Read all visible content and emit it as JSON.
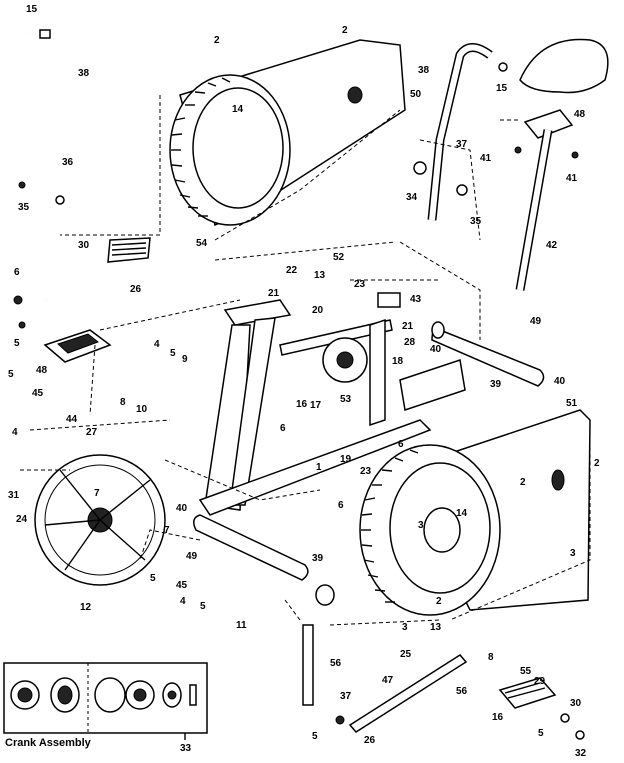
{
  "inset_caption": "Crank Assembly",
  "callouts": [
    "15",
    "38",
    "36",
    "35",
    "30",
    "26",
    "6",
    "5",
    "48",
    "5",
    "45",
    "44",
    "4",
    "27",
    "31",
    "24",
    "7",
    "12",
    "2",
    "2",
    "14",
    "50",
    "54",
    "22",
    "21",
    "13",
    "52",
    "23",
    "43",
    "20",
    "21",
    "28",
    "18",
    "16",
    "17",
    "53",
    "4",
    "5",
    "9",
    "8",
    "10",
    "6",
    "1",
    "6",
    "19",
    "23",
    "6",
    "40",
    "39",
    "7",
    "5",
    "49",
    "45",
    "4",
    "5",
    "11",
    "38",
    "15",
    "37",
    "34",
    "35",
    "41",
    "41",
    "48",
    "42",
    "49",
    "40",
    "40",
    "39",
    "51",
    "2",
    "2",
    "3",
    "14",
    "3",
    "2",
    "3",
    "13",
    "25",
    "56",
    "56",
    "37",
    "5",
    "47",
    "26",
    "8",
    "55",
    "29",
    "16",
    "30",
    "5",
    "32",
    "33",
    "28"
  ]
}
